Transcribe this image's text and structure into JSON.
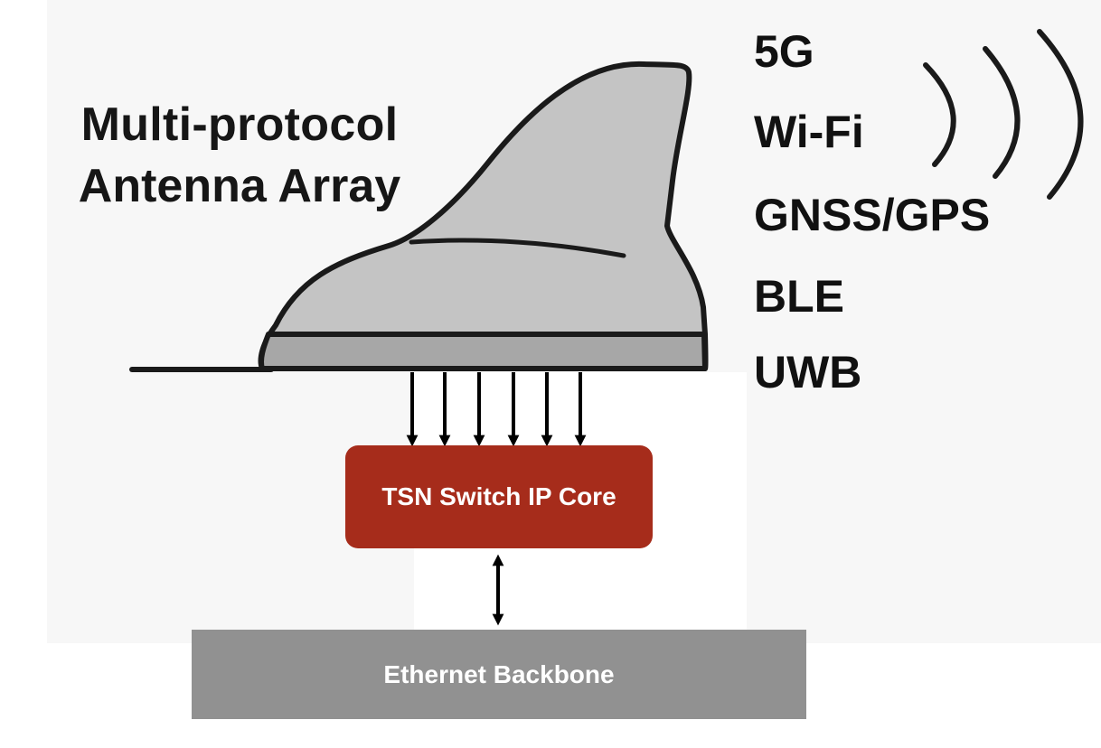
{
  "antenna": {
    "title_line1": "Multi-protocol",
    "title_line2": "Antenna Array"
  },
  "protocols": [
    "5G",
    "Wi-Fi",
    "GNSS/GPS",
    "BLE",
    "UWB"
  ],
  "switch": {
    "label": "TSN Switch IP Core",
    "color": "#a62c1b"
  },
  "backbone": {
    "label": "Ethernet Backbone",
    "color": "#919191"
  },
  "colors": {
    "fin_fill": "#c4c4c4",
    "fin_base": "#a7a7a7",
    "outline": "#1a1a1a",
    "text": "#111111"
  },
  "icons": {
    "signal_waves": "signal-waves-icon"
  }
}
